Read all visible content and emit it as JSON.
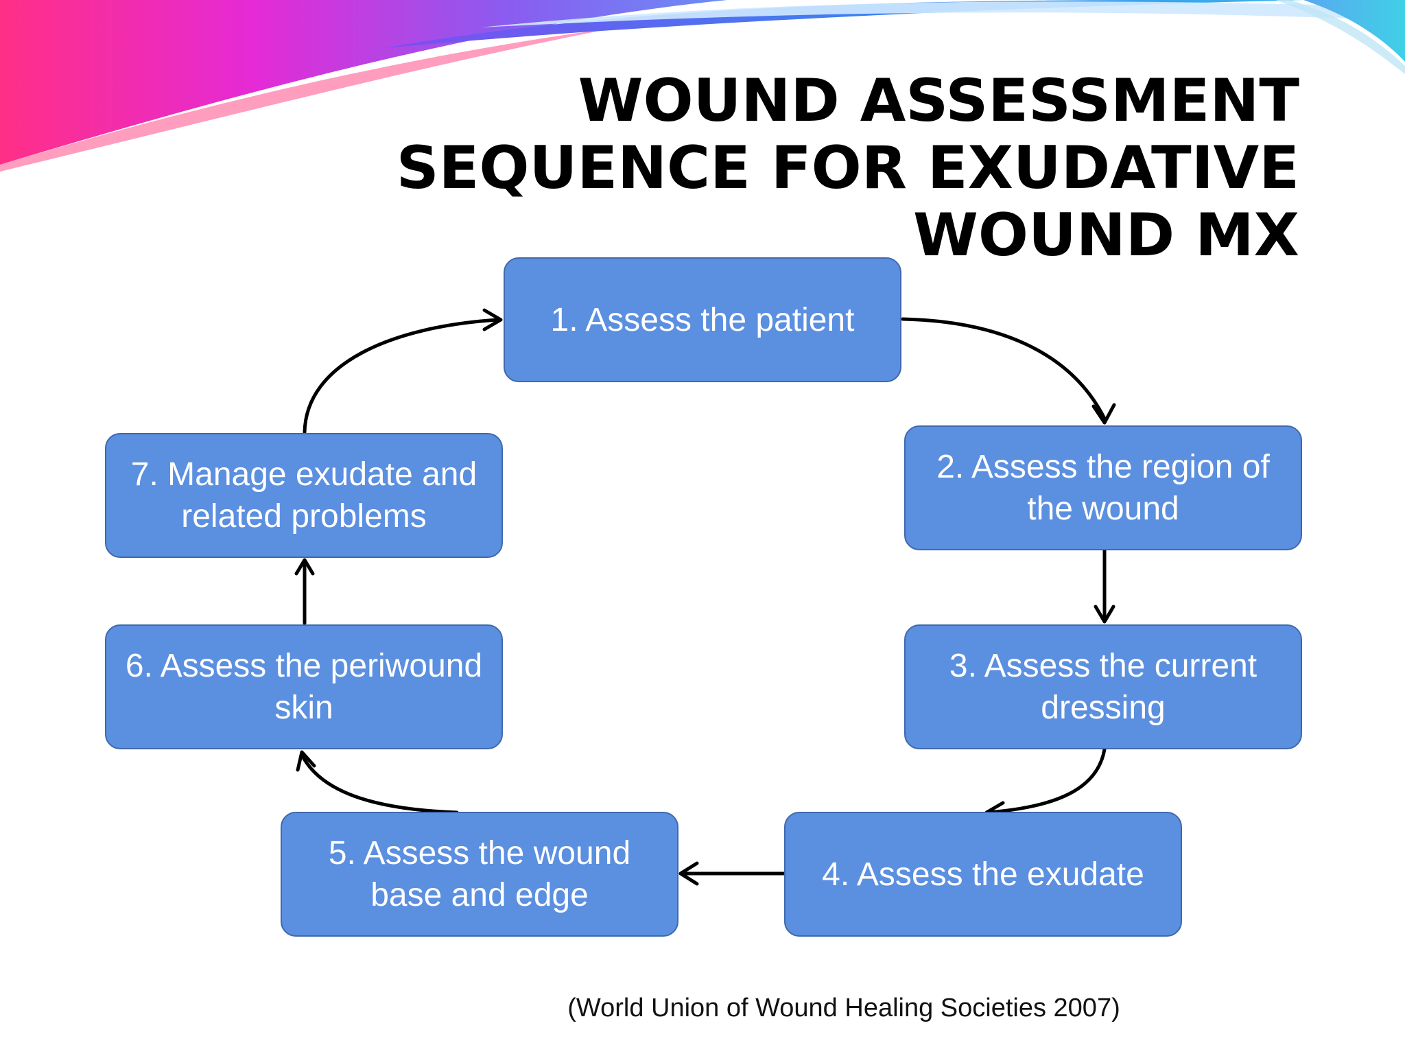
{
  "title": {
    "line1": "WOUND ASSESSMENT",
    "line2": "SEQUENCE FOR EXUDATIVE",
    "line3": "WOUND MX"
  },
  "steps": [
    {
      "label": "1. Assess the patient"
    },
    {
      "label": "2. Assess the region of the wound"
    },
    {
      "label": "3. Assess the current dressing"
    },
    {
      "label": "4. Assess the exudate"
    },
    {
      "label": "5. Assess the wound base and edge"
    },
    {
      "label": "6. Assess the periwound skin"
    },
    {
      "label": "7. Manage exudate and related problems"
    }
  ],
  "citation": "(World Union of Wound Healing Societies 2007)",
  "colors": {
    "box_fill": "#5b8fe0",
    "box_border": "#3f69ad",
    "box_text": "#ffffff",
    "arrow": "#000000",
    "title": "#000000"
  }
}
